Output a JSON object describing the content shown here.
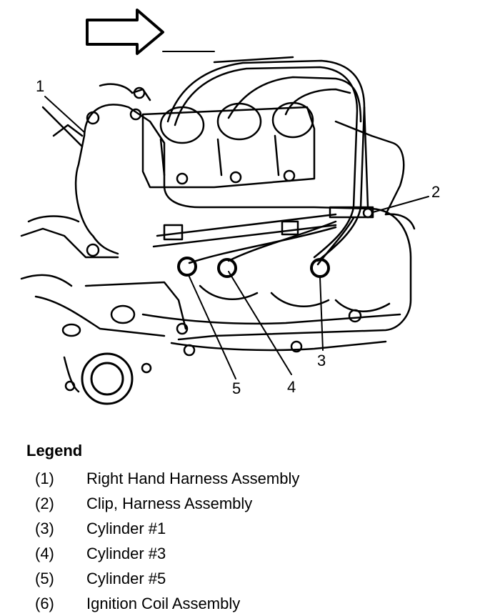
{
  "diagram": {
    "callouts": {
      "c1": "1",
      "c2": "2",
      "c3": "3",
      "c4": "4",
      "c5": "5"
    }
  },
  "legend": {
    "title": "Legend",
    "items": [
      {
        "num": "(1)",
        "label": "Right Hand Harness Assembly"
      },
      {
        "num": "(2)",
        "label": "Clip, Harness Assembly"
      },
      {
        "num": "(3)",
        "label": "Cylinder #1"
      },
      {
        "num": "(4)",
        "label": "Cylinder #3"
      },
      {
        "num": "(5)",
        "label": "Cylinder #5"
      },
      {
        "num": "(6)",
        "label": "Ignition Coil Assembly"
      }
    ]
  }
}
